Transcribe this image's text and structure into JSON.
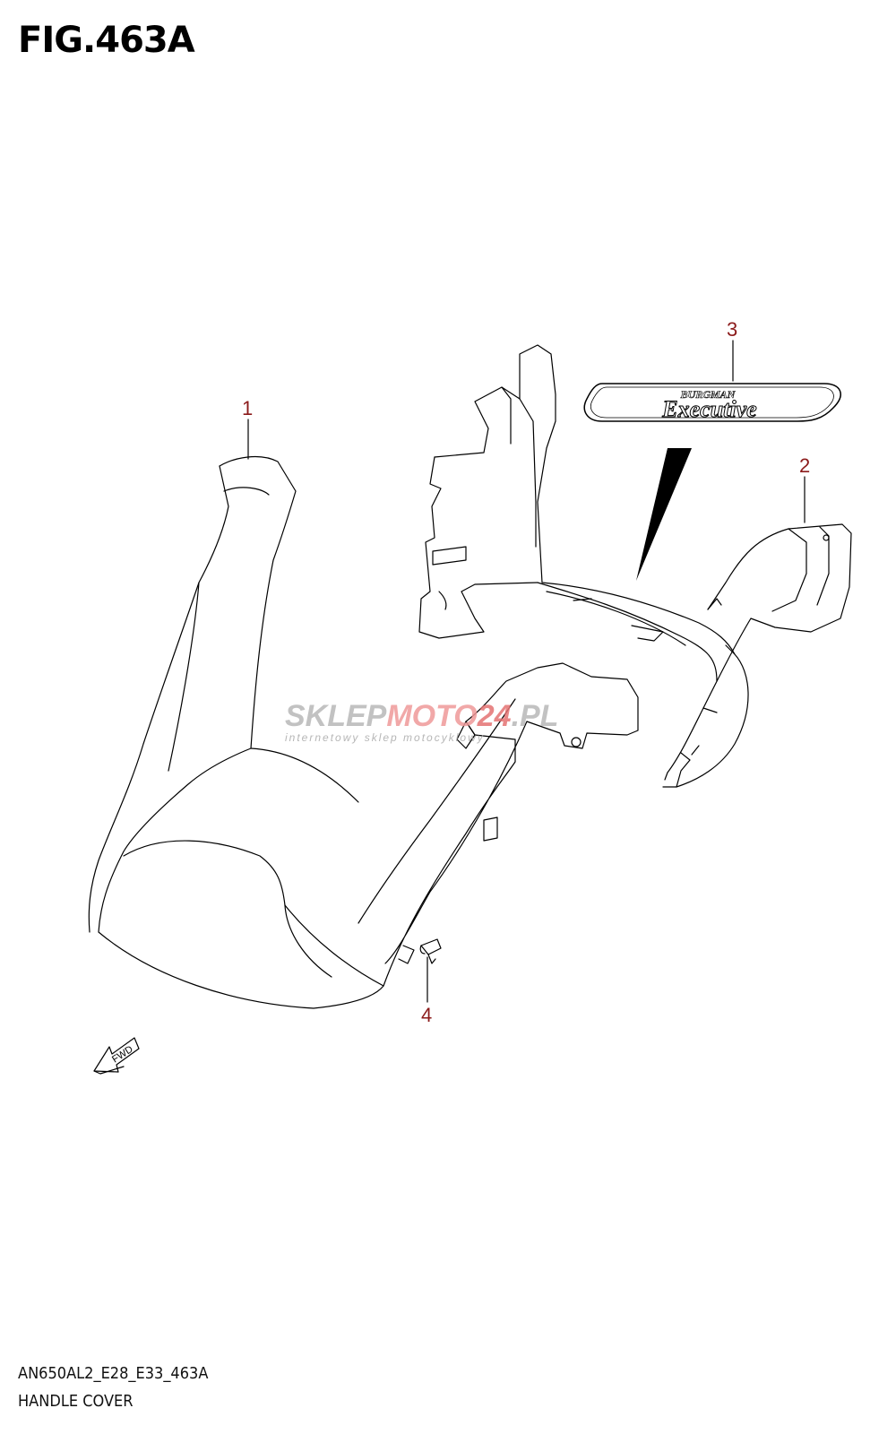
{
  "figure": {
    "title": "FIG.463A"
  },
  "footer": {
    "code": "AN650AL2_E28_E33_463A",
    "name": "HANDLE COVER"
  },
  "callouts": [
    {
      "id": "1",
      "label": "1"
    },
    {
      "id": "2",
      "label": "2"
    },
    {
      "id": "3",
      "label": "3"
    },
    {
      "id": "4",
      "label": "4"
    }
  ],
  "emblem": {
    "line1": "BURGMAN",
    "line2": "Executive"
  },
  "direction_arrow": {
    "label": "FWD"
  },
  "watermark": {
    "part1": "SKLEP",
    "part2": "MOTO",
    "part3": "24",
    "part4": ".PL",
    "tagline": "internetowy sklep motocyklowy"
  },
  "colors": {
    "callout": "#8b1a1a",
    "line": "#000000",
    "watermark_gray": "#b0b0b0",
    "watermark_red": "#e57373"
  }
}
